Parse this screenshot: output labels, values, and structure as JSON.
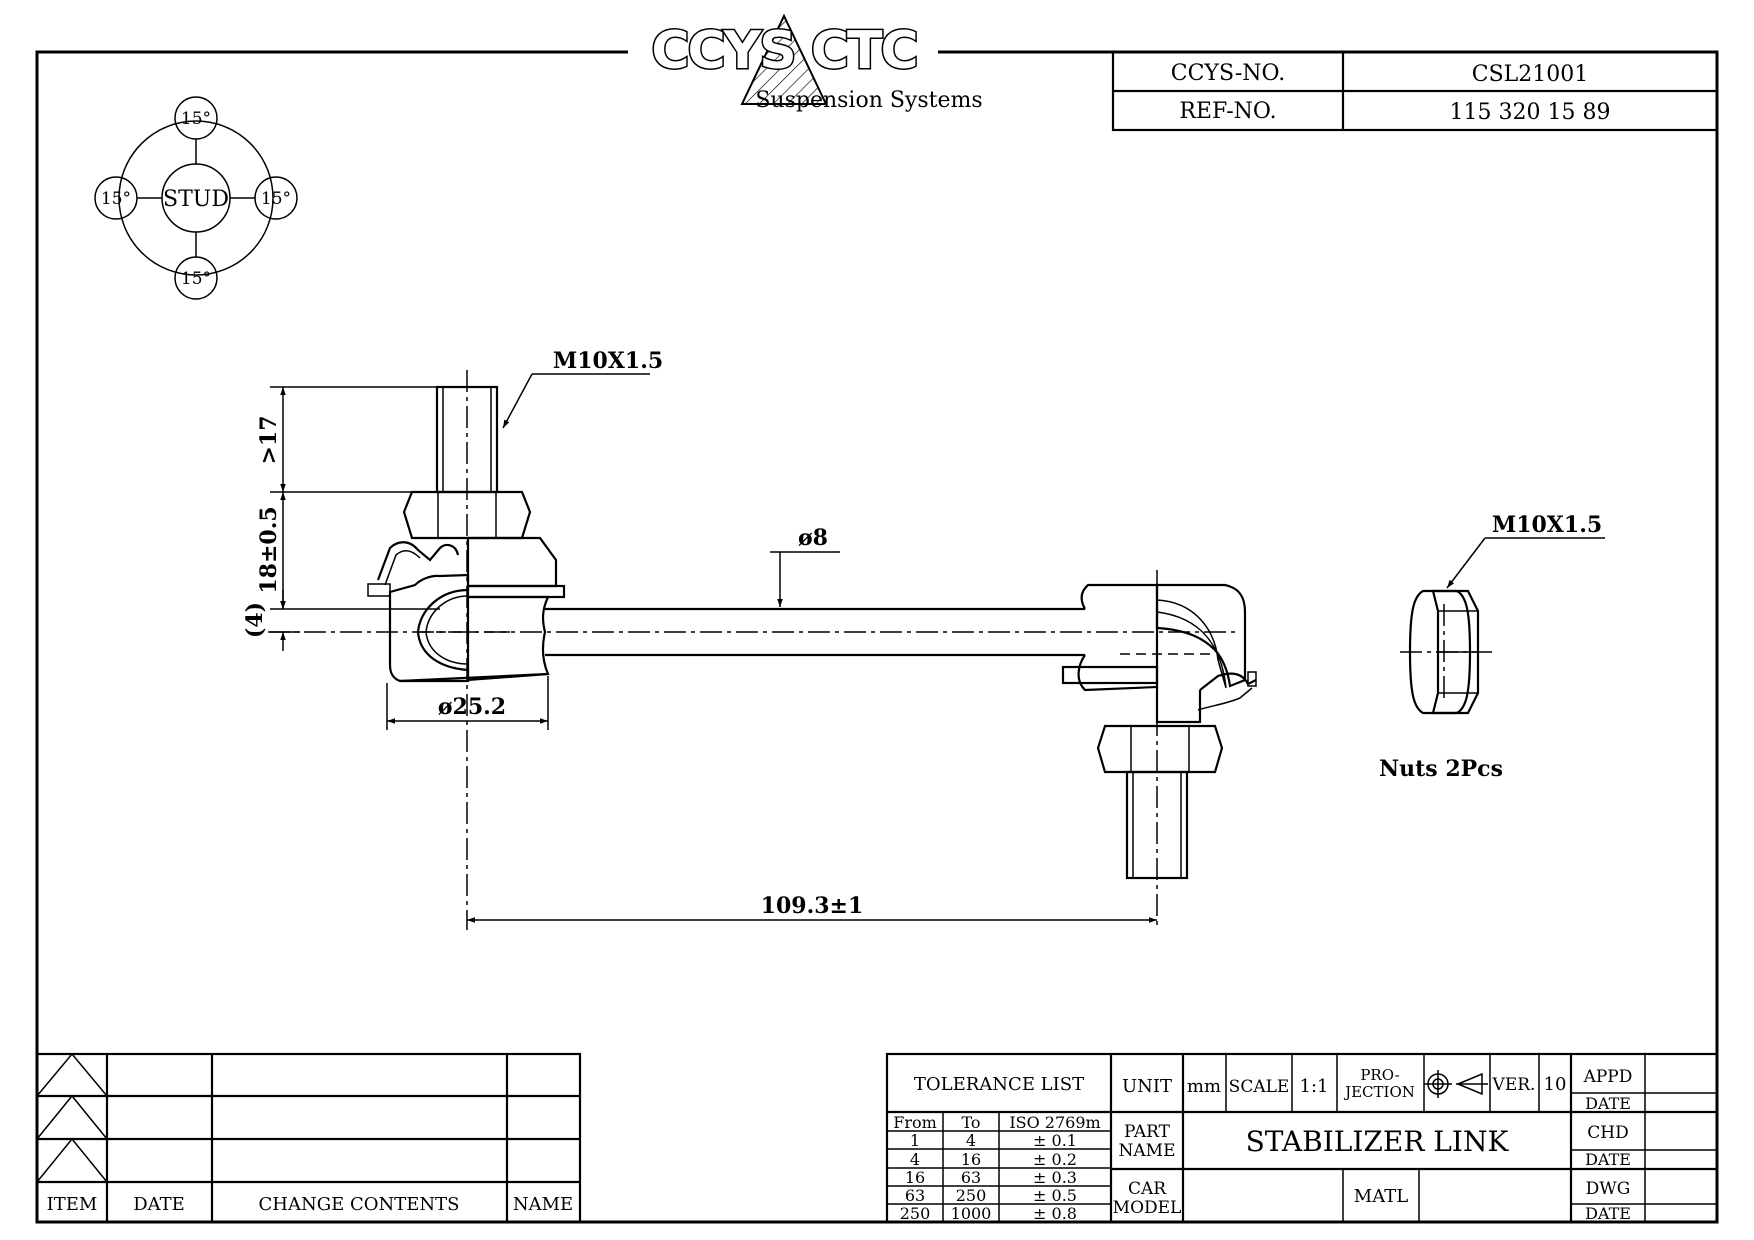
{
  "logo": {
    "brand": "CCYS CTC",
    "subtitle": "Suspension Systems"
  },
  "header_table": {
    "ccys_no_label": "CCYS-NO.",
    "ccys_no_value": "CSL21001",
    "ref_no_label": "REF-NO.",
    "ref_no_value": "115 320 15 89"
  },
  "stud_diagram": {
    "center_label": "STUD",
    "angles": [
      "15°",
      "15°",
      "15°",
      "15°"
    ]
  },
  "dimensions": {
    "thread_top": "M10X1.5",
    "thread_nut": "M10X1.5",
    "stud_length": ">17",
    "height": "18±0.5",
    "offset": "(4)",
    "rod_diameter": "ø8",
    "housing_diameter": "ø25.2",
    "center_distance": "109.3±1",
    "nuts_note": "Nuts 2Pcs"
  },
  "revision_table": {
    "headers": [
      "ITEM",
      "DATE",
      "CHANGE CONTENTS",
      "NAME"
    ]
  },
  "title_block": {
    "tolerance_title": "TOLERANCE LIST",
    "tolerance_headers": [
      "From",
      "To",
      "ISO 2769m"
    ],
    "tolerance_rows": [
      [
        "1",
        "4",
        "± 0.1"
      ],
      [
        "4",
        "16",
        "± 0.2"
      ],
      [
        "16",
        "63",
        "± 0.3"
      ],
      [
        "63",
        "250",
        "± 0.5"
      ],
      [
        "250",
        "1000",
        "± 0.8"
      ]
    ],
    "unit_label": "UNIT",
    "unit_value": "mm",
    "scale_label": "SCALE",
    "scale_value": "1:1",
    "projection_label_1": "PRO-",
    "projection_label_2": "JECTION",
    "ver_label": "VER.",
    "ver_value": "10",
    "part_name_label_1": "PART",
    "part_name_label_2": "NAME",
    "part_name_value": "STABILIZER LINK",
    "car_model_label_1": "CAR",
    "car_model_label_2": "MODEL",
    "matl_label": "MATL",
    "appd_label": "APPD",
    "chd_label": "CHD",
    "dwg_label": "DWG",
    "date_label": "DATE"
  }
}
